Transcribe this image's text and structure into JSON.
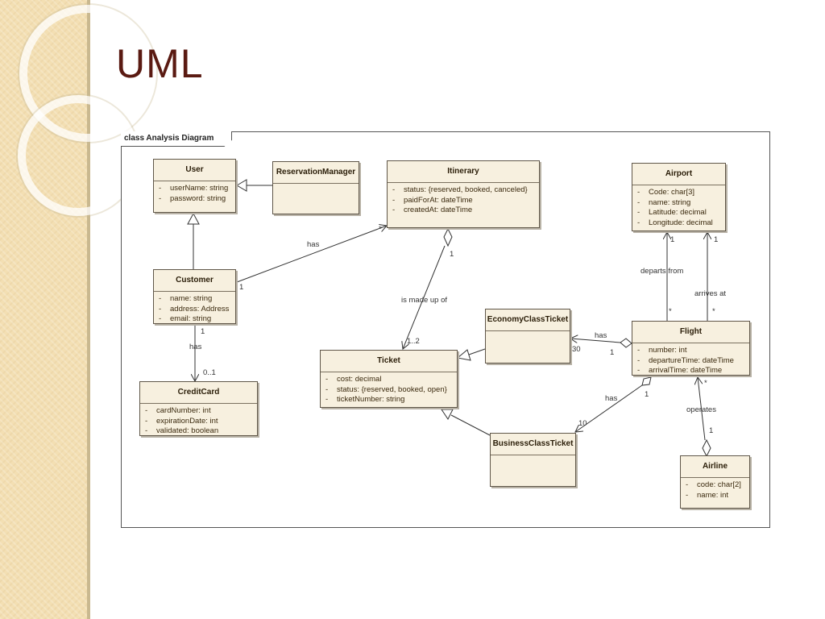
{
  "slide": {
    "title": "UML"
  },
  "diagram": {
    "frame_title": "class Analysis Diagram",
    "classes": {
      "user": {
        "name": "User",
        "attributes": [
          "userName: string",
          "password: string"
        ]
      },
      "reservation_manager": {
        "name": "ReservationManager",
        "attributes": []
      },
      "itinerary": {
        "name": "Itinerary",
        "attributes": [
          "status: {reserved, booked, canceled}",
          "paidForAt: dateTime",
          "createdAt: dateTime"
        ]
      },
      "airport": {
        "name": "Airport",
        "attributes": [
          "Code: char[3]",
          "name: string",
          "Latitude: decimal",
          "Longitude: decimal"
        ]
      },
      "customer": {
        "name": "Customer",
        "attributes": [
          "name: string",
          "address: Address",
          "email: string"
        ]
      },
      "economy_ticket": {
        "name": "EconomyClassTicket",
        "attributes": []
      },
      "flight": {
        "name": "Flight",
        "attributes": [
          "number: int",
          "departureTime: dateTime",
          "arrivalTime: dateTime"
        ]
      },
      "ticket": {
        "name": "Ticket",
        "attributes": [
          "cost: decimal",
          "status: {reserved, booked, open}",
          "ticketNumber: string"
        ]
      },
      "credit_card": {
        "name": "CreditCard",
        "attributes": [
          "cardNumber: int",
          "expirationDate: int",
          "validated: boolean"
        ]
      },
      "business_ticket": {
        "name": "BusinessClassTicket",
        "attributes": []
      },
      "airline": {
        "name": "Airline",
        "attributes": [
          "code: char[2]",
          "name: int"
        ]
      }
    },
    "labels": {
      "has_customer_itinerary": "has",
      "mult_itinerary_star": "*",
      "mult_customer_1": "1",
      "mult_itinerary_1": "1",
      "is_made_up_of": "is made up of",
      "mult_ticket_1_2": "1..2",
      "departs_from": "departs from",
      "arrives_at": "arrives at",
      "mult_airport_1a": "1",
      "mult_airport_1b": "1",
      "mult_flight_star_a": "*",
      "mult_flight_star_b": "*",
      "has_flight_economy": "has",
      "mult_30": "30",
      "mult_flight_1a": "1",
      "has_flight_business": "has",
      "mult_flight_1b": "1",
      "mult_10": "10",
      "operates": "operates",
      "mult_flight_star_c": "*",
      "mult_airline_1": "1",
      "has_customer_card": "has",
      "mult_customer_1b": "1",
      "mult_0_1": "0..1"
    }
  }
}
